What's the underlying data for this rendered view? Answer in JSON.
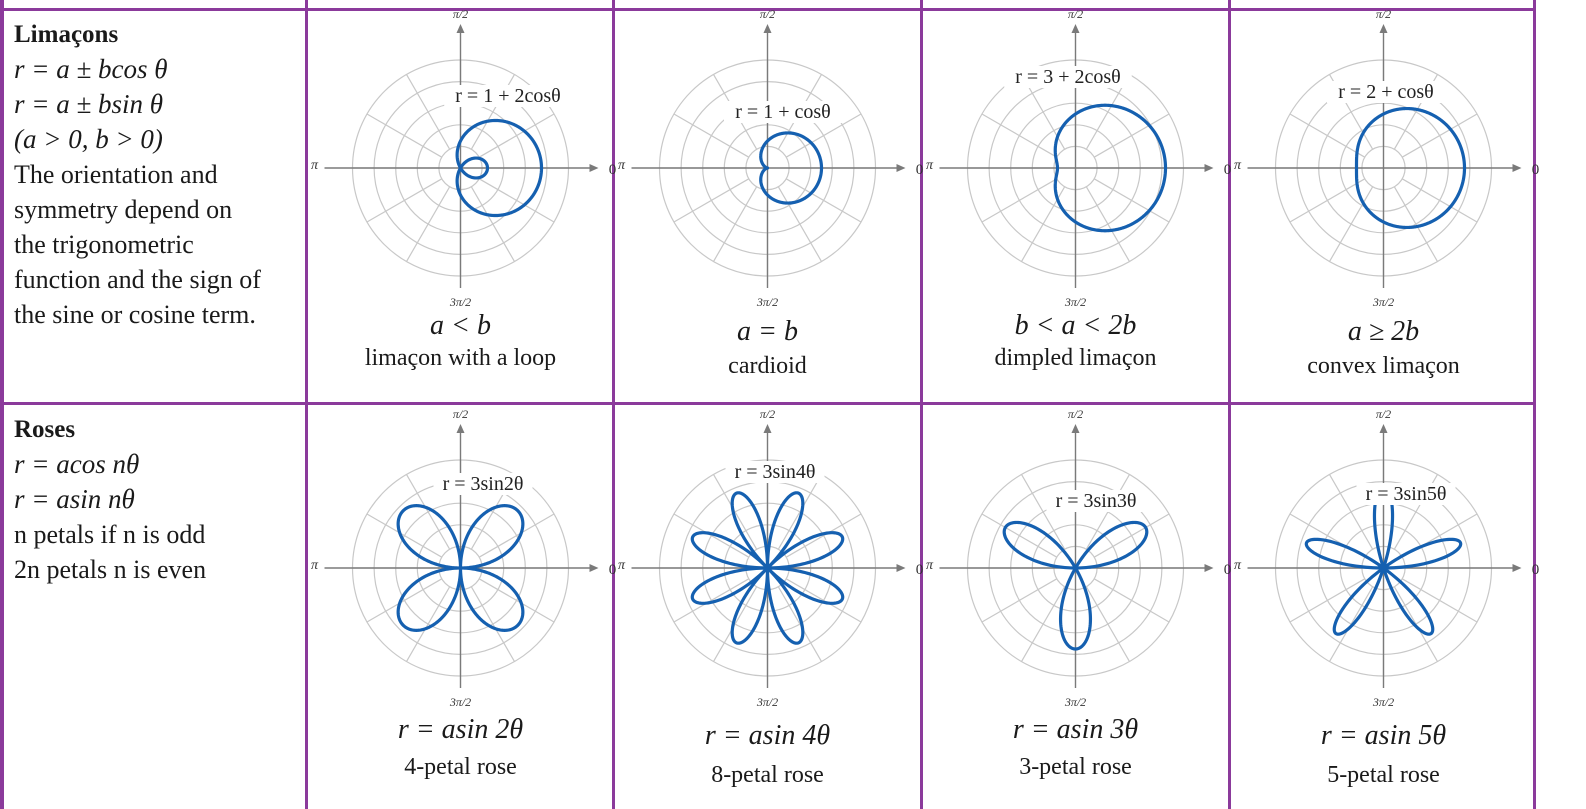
{
  "colors": {
    "border": "#8b3a9b",
    "curve": "#1560b0",
    "grid": "#c8c8c8",
    "axis": "#7a7a7a"
  },
  "axis_labels": {
    "top": "π/2",
    "left": "π",
    "right": "0",
    "bottom": "3π/2"
  },
  "rows": [
    {
      "title": "Limaçons",
      "lines": [
        "r = a ± bcos θ",
        "r = a ± bsin θ",
        "(a > 0, b > 0)",
        "The orientation and",
        "symmetry depend on",
        "the trigonometric",
        "function and the sign of",
        "the sine or cosine term."
      ],
      "graphs": [
        {
          "label": "r = 1 + 2cosθ",
          "condition": "a < b",
          "name": "limaçon with a loop"
        },
        {
          "label": "r = 1 + cosθ",
          "condition": "a = b",
          "name": "cardioid"
        },
        {
          "label": "r = 3 + 2cosθ",
          "condition": "b < a < 2b",
          "name": "dimpled limaçon"
        },
        {
          "label": "r = 2 + cosθ",
          "condition": "a ≥ 2b",
          "name": "convex limaçon"
        }
      ]
    },
    {
      "title": "Roses",
      "lines": [
        "r = acos nθ",
        "r = asin nθ",
        "n petals if n is odd",
        "2n petals n is even"
      ],
      "graphs": [
        {
          "label": "r = 3sin2θ",
          "condition": "r = asin 2θ",
          "name": "4-petal rose"
        },
        {
          "label": "r = 3sin4θ",
          "condition": "r = asin 4θ",
          "name": "8-petal rose"
        },
        {
          "label": "r = 3sin3θ",
          "condition": "r = asin 3θ",
          "name": "3-petal rose"
        },
        {
          "label": "r = 3sin5θ",
          "condition": "r = asin 5θ",
          "name": "5-petal rose"
        }
      ]
    }
  ]
}
